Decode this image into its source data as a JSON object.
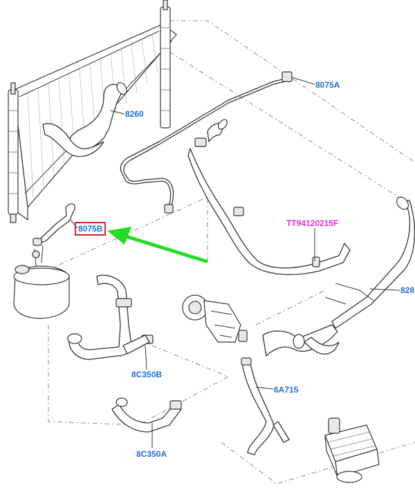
{
  "labels": {
    "part_8075A": "8075A",
    "part_8260": "8260",
    "part_8075B": "8075B",
    "part_TT": "TT94120215F",
    "part_828": "828",
    "part_8C350B": "8C350B",
    "part_6A715": "6A715",
    "part_8C350A": "8C350A"
  },
  "colors": {
    "label_blue": "#1f6fd1",
    "label_magenta": "#e62ad6",
    "highlight_red": "#e0202a",
    "arrow_green": "#22dd22"
  },
  "highlight": {
    "target": "8075B"
  }
}
